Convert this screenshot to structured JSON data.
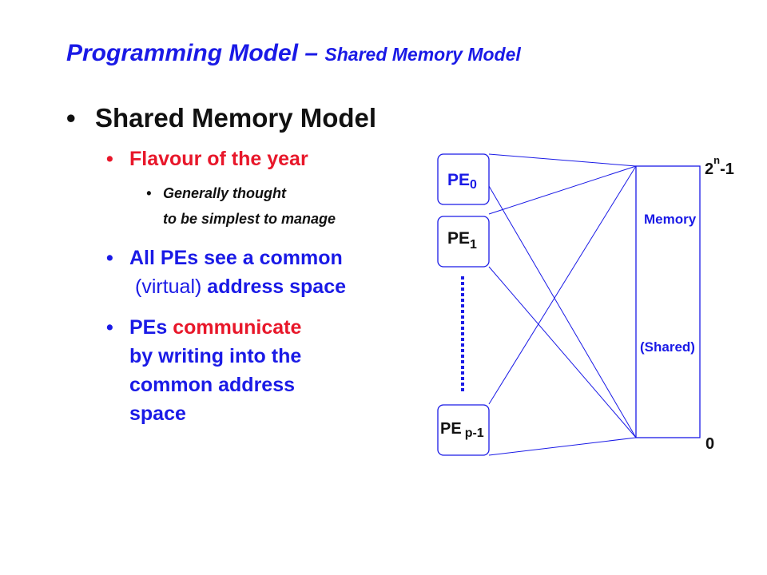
{
  "title": {
    "main": "Programming Model – ",
    "sub": "Shared Memory Model"
  },
  "bullets": {
    "level1": "Shared Memory Model",
    "flavour": "Flavour of the year",
    "generally_line1": "Generally thought",
    "generally_line2": "to be simplest to manage",
    "all_pes_line1": "All PEs see a common",
    "all_pes_virtual": "(virtual)",
    "all_pes_address": " address space",
    "pes_word": "PEs ",
    "communicate": "communicate",
    "comm_line2": "by writing into the",
    "comm_line3": "common address",
    "comm_line4": "space"
  },
  "diagram": {
    "pe0": {
      "base": "PE",
      "sub": "0"
    },
    "pe1": {
      "base": "PE",
      "sub": "1"
    },
    "pep": {
      "base": "PE",
      "sub": "p-1"
    },
    "memory_label": "Memory",
    "shared_label": "(Shared)",
    "top_address": {
      "base": "2",
      "sup": "n",
      "rest": "-1"
    },
    "bottom_address": "0"
  },
  "colors": {
    "blue": "#1a1ae6",
    "red": "#e8172a",
    "black": "#111111"
  }
}
